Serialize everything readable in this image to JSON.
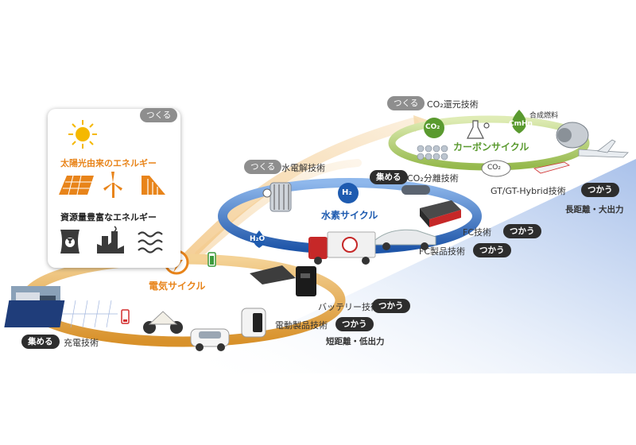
{
  "energy_card": {
    "make_tag": "つくる",
    "solar_heading": "太陽光由来のエネルギー",
    "resource_heading": "資源量豊富なエネルギー"
  },
  "cycles": {
    "electric": "電気サイクル",
    "hydrogen": "水素サイクル",
    "carbon": "カーボンサイクル"
  },
  "molecules": {
    "h2": "H₂",
    "h2o": "H₂O",
    "co2_badge": "CO₂",
    "cmhn": "CmHn",
    "co2_cloud": "CO₂",
    "synthetic_fuel": "合成燃料"
  },
  "labels": {
    "electrolysis_tag": "つくる",
    "electrolysis": "水電解技術",
    "co2_reduction_tag": "つくる",
    "co2_reduction": "CO₂還元技術",
    "co2_separation_tag": "集める",
    "co2_separation": "CO₂分離技術",
    "gt_hybrid": "GT/GT-Hybrid技術",
    "gt_hybrid_tag": "つかう",
    "long_range": "長距離・大出力",
    "fc_tech": "FC技術",
    "fc_tech_tag": "つかう",
    "fc_products": "FC製品技術",
    "fc_products_tag": "つかう",
    "battery": "バッテリー技術",
    "battery_tag": "つかう",
    "electric_products": "電動製品技術",
    "electric_products_tag": "つかう",
    "short_range": "短距離・低出力",
    "charging_tag": "集める",
    "charging": "充電技術"
  },
  "colors": {
    "orange": "#e8841a",
    "blue": "#1e5bb0",
    "green": "#5a9a2f",
    "gold_ring": "#e0a23a",
    "blue_ring": "#2a6fc0",
    "green_ring": "#a3c55c"
  }
}
